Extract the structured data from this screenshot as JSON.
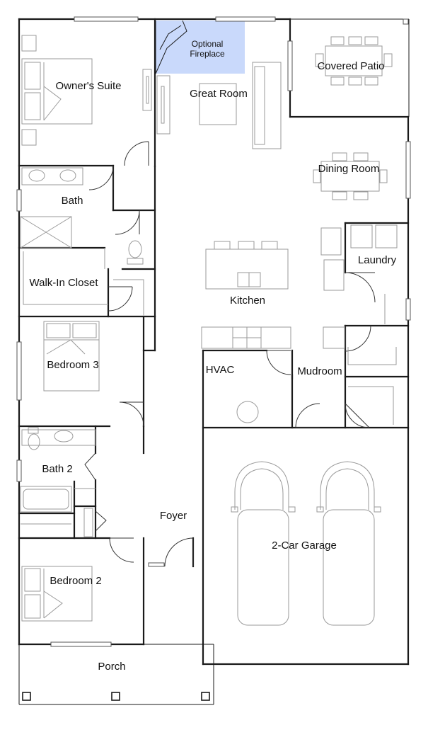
{
  "plan": {
    "rooms": [
      {
        "key": "owners_suite",
        "label": "Owner's Suite"
      },
      {
        "key": "great_room",
        "label": "Great Room"
      },
      {
        "key": "covered_patio",
        "label": "Covered Patio"
      },
      {
        "key": "dining_room",
        "label": "Dining Room"
      },
      {
        "key": "bath",
        "label": "Bath"
      },
      {
        "key": "laundry",
        "label": "Laundry"
      },
      {
        "key": "walk_in_closet",
        "label": "Walk-In Closet"
      },
      {
        "key": "kitchen",
        "label": "Kitchen"
      },
      {
        "key": "bedroom_3",
        "label": "Bedroom 3"
      },
      {
        "key": "hvac",
        "label": "HVAC"
      },
      {
        "key": "mudroom",
        "label": "Mudroom"
      },
      {
        "key": "bath_2",
        "label": "Bath 2"
      },
      {
        "key": "foyer",
        "label": "Foyer"
      },
      {
        "key": "garage",
        "label": "2-Car Garage"
      },
      {
        "key": "bedroom_2",
        "label": "Bedroom 2"
      },
      {
        "key": "porch",
        "label": "Porch"
      }
    ],
    "option": {
      "line1": "Optional",
      "line2": "Fireplace",
      "color": "#c9d9fb"
    }
  }
}
